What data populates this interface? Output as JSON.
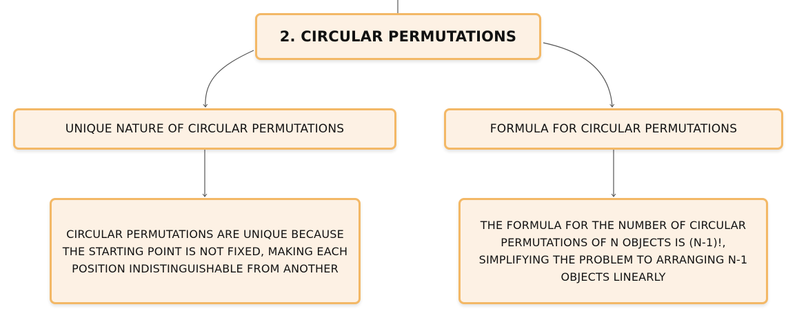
{
  "diagram": {
    "root": {
      "label": "2. CIRCULAR PERMUTATIONS"
    },
    "left_branch": {
      "topic": "UNIQUE NATURE OF CIRCULAR PERMUTATIONS",
      "detail": "CIRCULAR PERMUTATIONS ARE UNIQUE BECAUSE THE STARTING POINT IS NOT FIXED, MAKING EACH POSITION INDISTINGUISHABLE FROM ANOTHER"
    },
    "right_branch": {
      "topic": "FORMULA FOR CIRCULAR PERMUTATIONS",
      "detail": "THE FORMULA FOR THE NUMBER OF CIRCULAR PERMUTATIONS OF N OBJECTS IS (N-1)!, SIMPLIFYING THE PROBLEM TO ARRANGING N-1 OBJECTS LINEARLY"
    },
    "colors": {
      "node_fill": "#fdf1e4",
      "node_border": "#f3b866",
      "connector": "#555555",
      "text": "#111111"
    }
  }
}
